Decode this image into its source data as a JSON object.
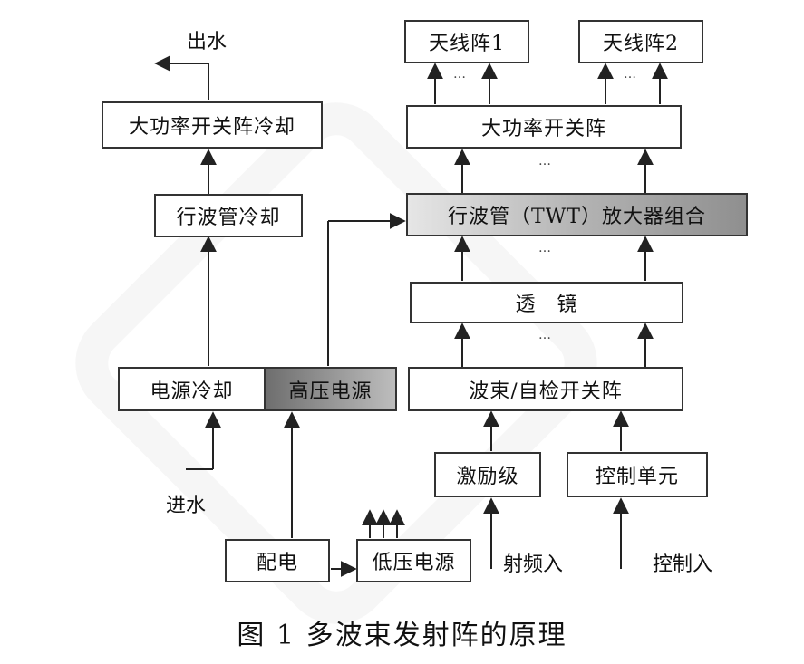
{
  "boxes": {
    "antenna1": "天线阵1",
    "antenna2": "天线阵2",
    "hp_switch_cool": "大功率开关阵冷却",
    "hp_switch": "大功率开关阵",
    "twt_cool": "行波管冷却",
    "twt_amp": "行波管（TWT）放大器组合",
    "lens": "透　镜",
    "psu_cool": "电源冷却",
    "hv_psu": "高压电源",
    "beam_switch": "波束/自检开关阵",
    "exciter": "激励级",
    "control_unit": "控制单元",
    "power_dist": "配电",
    "lv_psu": "低压电源"
  },
  "labels": {
    "water_out": "出水",
    "water_in": "进水",
    "rf_in": "射频入",
    "ctrl_in": "控制入",
    "ellipsis": "…"
  },
  "caption": "图 1  多波束发射阵的原理"
}
